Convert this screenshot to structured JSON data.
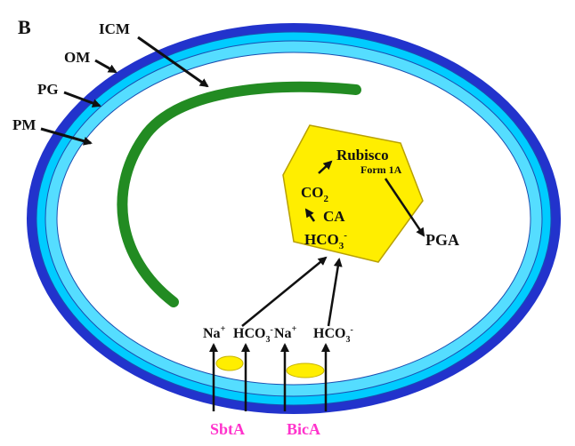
{
  "panel_label": "B",
  "membranes": {
    "icm": "ICM",
    "om": "OM",
    "pg": "PG",
    "pm": "PM"
  },
  "carboxysome": {
    "rubisco": "Rubisco",
    "form": "Form 1A",
    "co2_main": "CO",
    "co2_sub": "2",
    "ca": "CA",
    "hco3_main": "HCO",
    "hco3_sub": "3",
    "hco3_sup": "-"
  },
  "product": "PGA",
  "ions": {
    "na1_main": "Na",
    "na1_sup": "+",
    "hco3a_main": "HCO",
    "hco3a_sub": "3",
    "hco3a_sup": "-",
    "na2_main": "Na",
    "na2_sup": "+",
    "hco3b_main": "HCO",
    "hco3b_sub": "3",
    "hco3b_sup": "-"
  },
  "transporters": {
    "sbta": "SbtA",
    "bica": "BicA"
  },
  "colors": {
    "outer_membrane": "#2233cc",
    "peptidoglycan": "#00ccff",
    "cytoplasm_band": "#55ddff",
    "icm": "#228b22",
    "carboxysome": "#ffee00",
    "transporter": "#ffee00",
    "transporter_label": "#ff33cc"
  }
}
